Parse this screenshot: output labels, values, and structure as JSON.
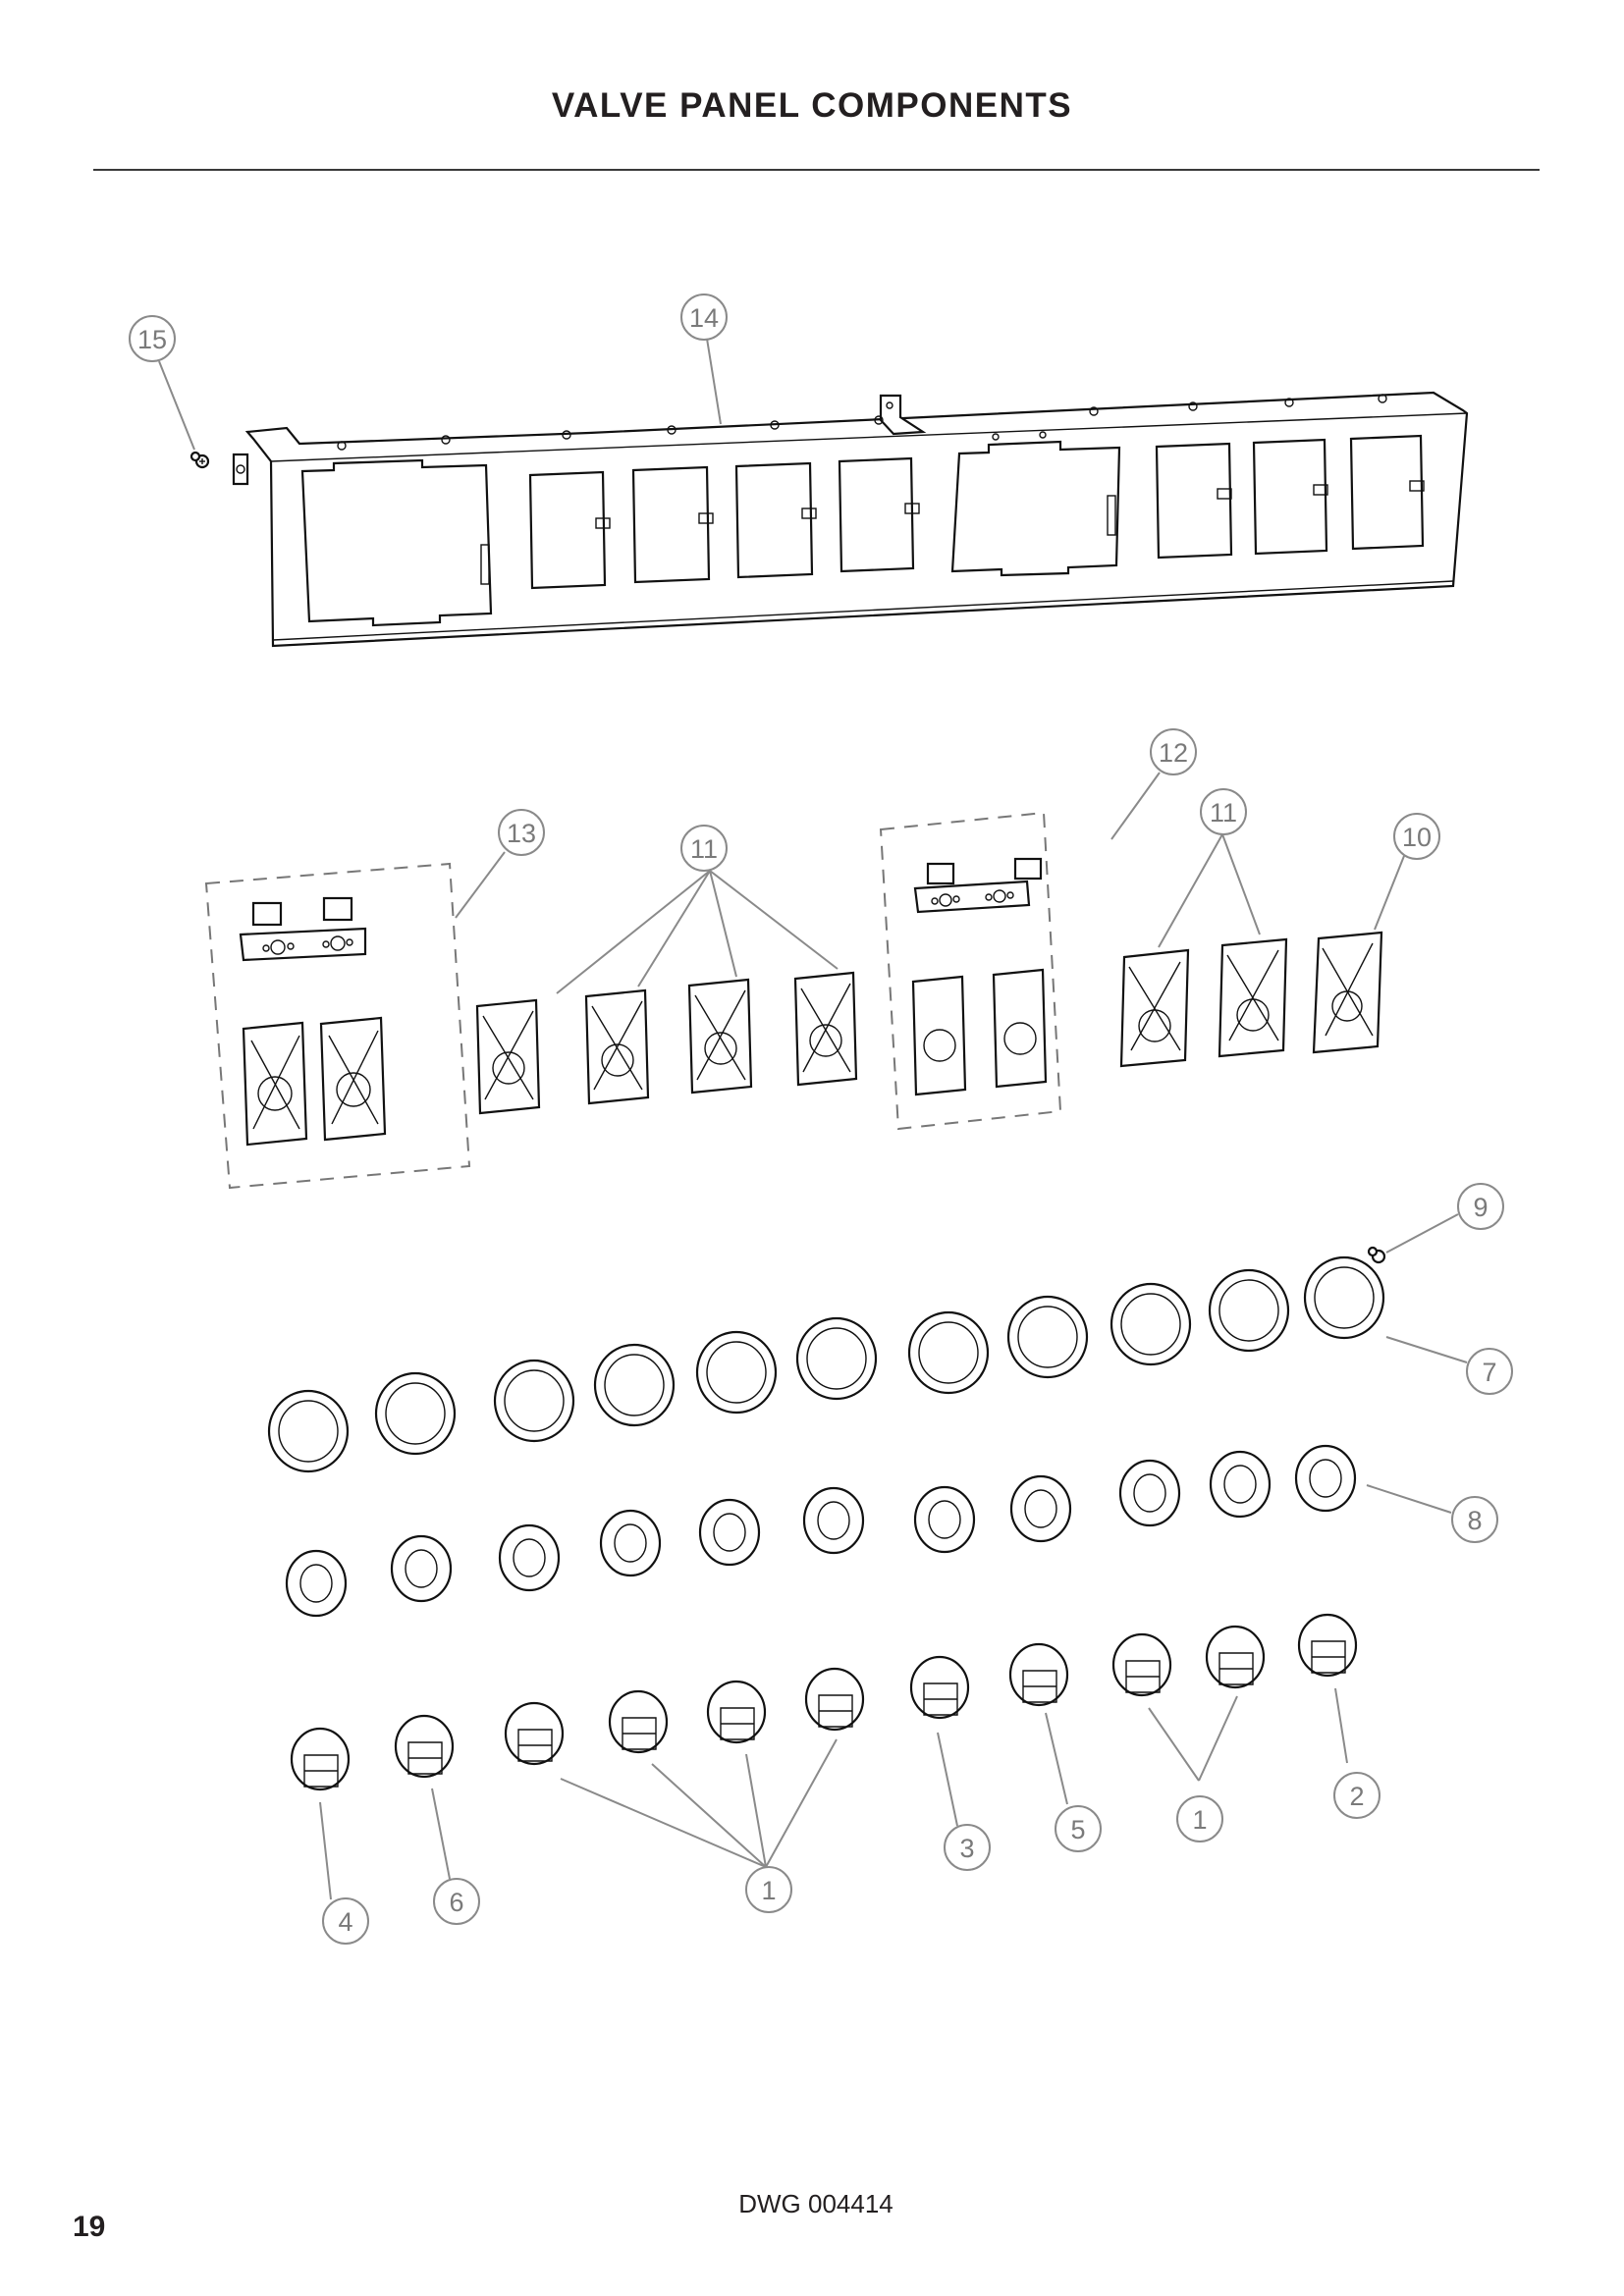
{
  "page": {
    "title": "VALVE PANEL COMPONENTS",
    "page_number": "19",
    "drawing_number": "DWG 004414"
  },
  "callouts": {
    "c15": "15",
    "c14": "14",
    "c13": "13",
    "c11a": "11",
    "c12": "12",
    "c11b": "11",
    "c10": "10",
    "c9": "9",
    "c7": "7",
    "c8": "8",
    "c4": "4",
    "c6": "6",
    "c1a": "1",
    "c3": "3",
    "c5": "5",
    "c1b": "1",
    "c2": "2"
  },
  "parts": [
    {
      "ref": "1",
      "name": "control-knob",
      "count_indicated": 6
    },
    {
      "ref": "2",
      "name": "control-knob-variant-2"
    },
    {
      "ref": "3",
      "name": "control-knob-variant-3"
    },
    {
      "ref": "4",
      "name": "control-knob-variant-4"
    },
    {
      "ref": "5",
      "name": "control-knob-variant-5"
    },
    {
      "ref": "6",
      "name": "control-knob-variant-6"
    },
    {
      "ref": "7",
      "name": "knob-bezel",
      "count_drawn": 11
    },
    {
      "ref": "8",
      "name": "knob-spring-insert",
      "count_drawn": 11
    },
    {
      "ref": "9",
      "name": "screw"
    },
    {
      "ref": "10",
      "name": "valve-label-plate"
    },
    {
      "ref": "11",
      "name": "valve-label-plate",
      "count_indicated": 6
    },
    {
      "ref": "12",
      "name": "dual-switch-assembly-right"
    },
    {
      "ref": "13",
      "name": "dual-switch-assembly-left"
    },
    {
      "ref": "14",
      "name": "valve-panel"
    },
    {
      "ref": "15",
      "name": "screw"
    }
  ],
  "colors": {
    "line": "#111111",
    "callout": "#8a8a8a",
    "text": "#231f20"
  }
}
